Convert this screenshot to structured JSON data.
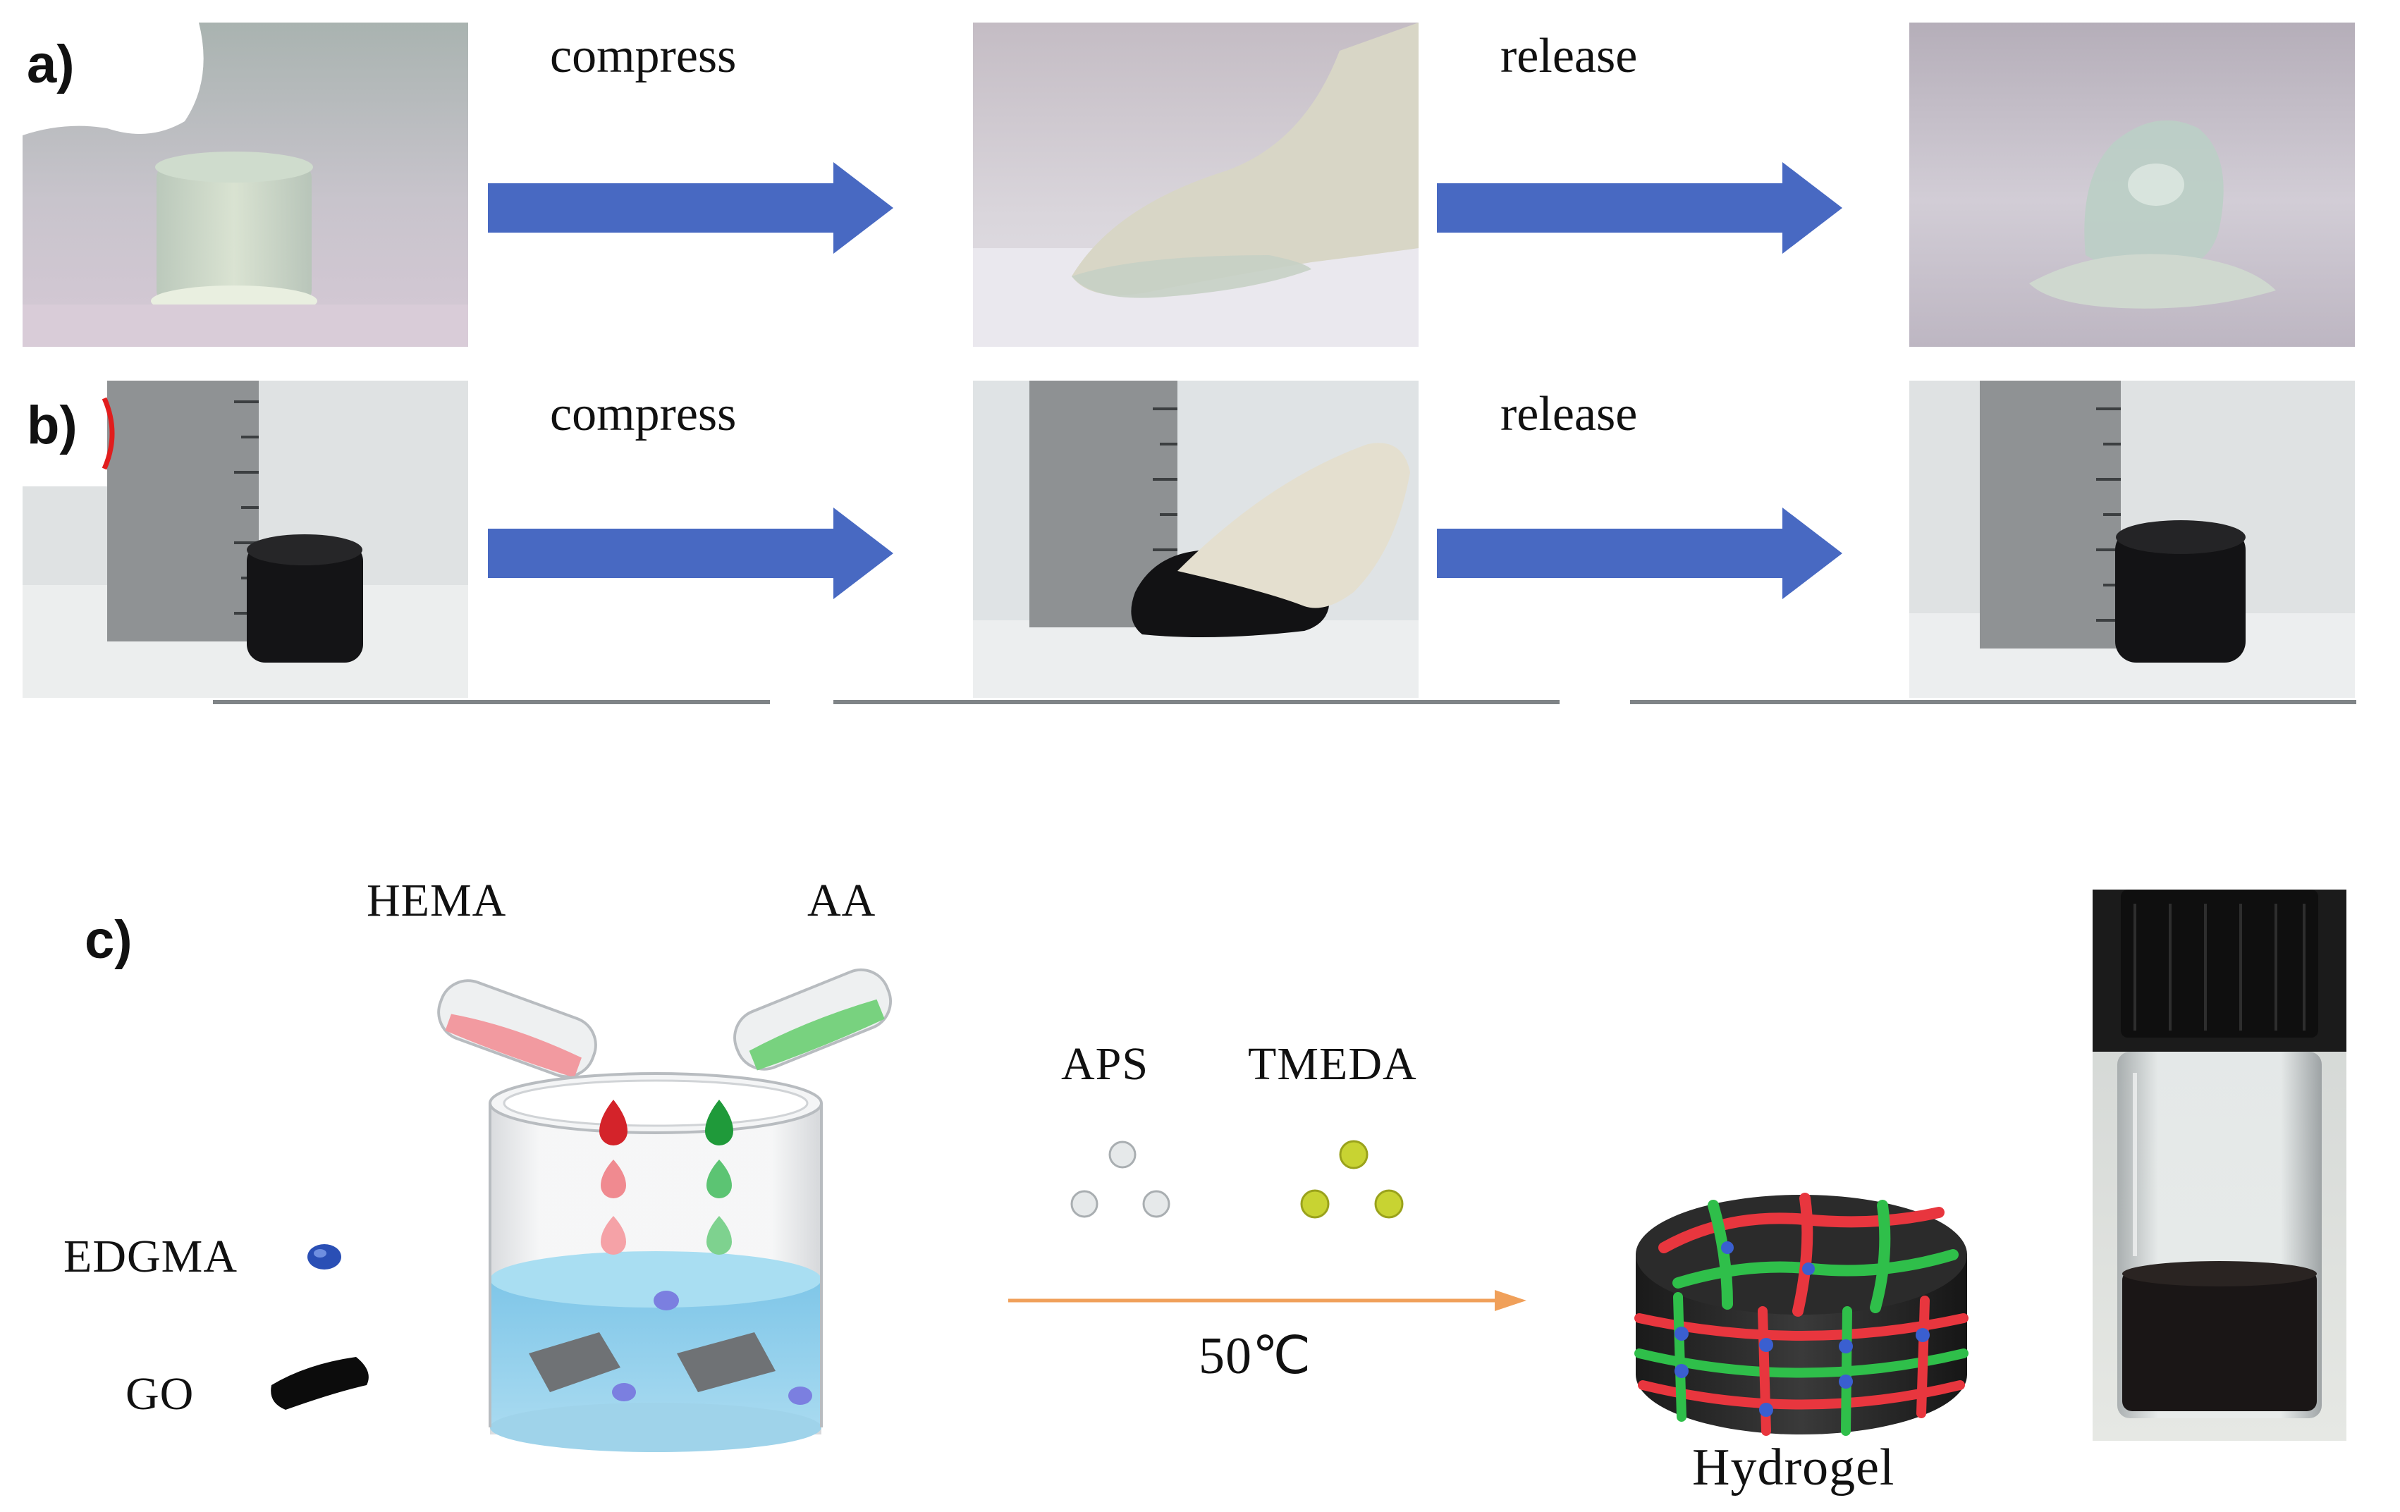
{
  "panel_a": {
    "letter": "a)",
    "step1": "compress",
    "step2": "release"
  },
  "panel_b": {
    "letter": "b)",
    "step1": "compress",
    "step2": "release"
  },
  "panel_c": {
    "letter": "c)",
    "monomer_left": "HEMA",
    "monomer_right": "AA",
    "crosslinker": "EDGMA",
    "graphene": "GO",
    "initiator": "APS",
    "catalyst": "TMEDA",
    "temperature": "50℃",
    "product": "Hydrogel"
  },
  "colors": {
    "arrow_blue": "#4869c2",
    "reaction_arrow": "#f0a05a",
    "hema": "#e8454a",
    "aa": "#39b54a",
    "edgma": "#2a4fb5",
    "water": "#7fc6e8"
  }
}
